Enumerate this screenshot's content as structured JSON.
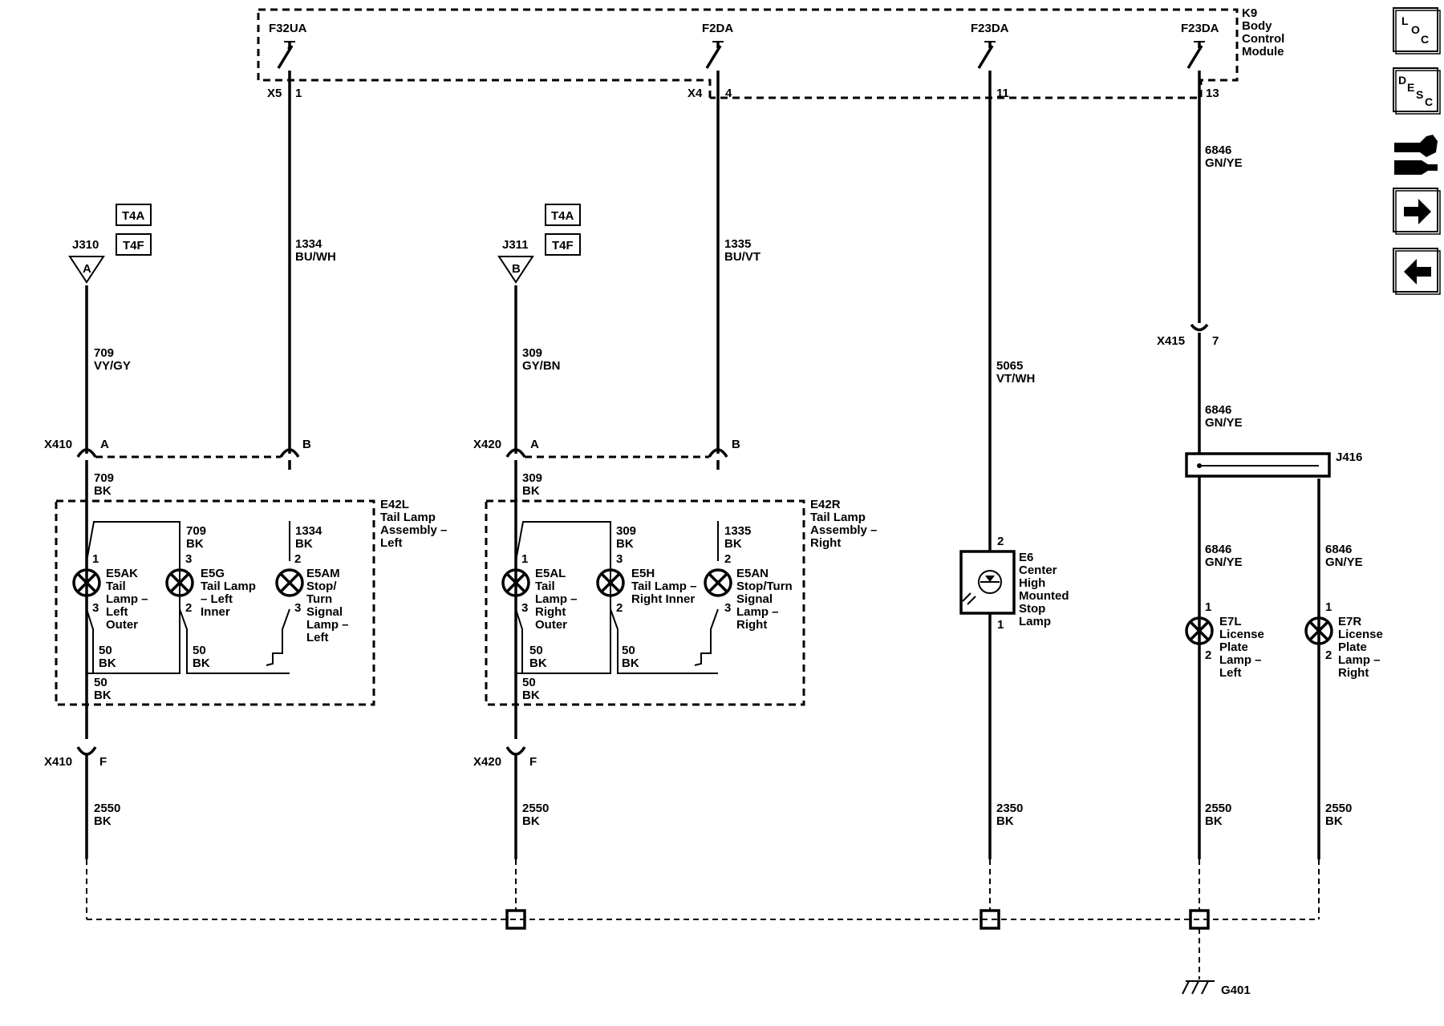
{
  "module": {
    "name": "K9",
    "line1": "Body",
    "line2": "Control",
    "line3": "Module"
  },
  "outputs": {
    "o1": {
      "name": "F32UA",
      "connector": "X5",
      "pin": "1"
    },
    "o2": {
      "name": "F2DA",
      "connector": "X4",
      "pin": "4"
    },
    "o3": {
      "name": "F23DA",
      "pin": "11"
    },
    "o4": {
      "name": "F23DA",
      "pin": "13"
    }
  },
  "badges": {
    "t4a": "T4A",
    "t4f": "T4F"
  },
  "splices": {
    "j310": {
      "name": "J310",
      "letter": "A"
    },
    "j311": {
      "name": "J311",
      "letter": "B"
    },
    "j416": {
      "name": "J416"
    }
  },
  "wires": {
    "w1334": {
      "num": "1334",
      "color": "BU/WH"
    },
    "w1335": {
      "num": "1335",
      "color": "BU/VT"
    },
    "w709": {
      "num": "709",
      "color": "VY/GY"
    },
    "w709bk": {
      "num": "709",
      "color": "BK"
    },
    "w309": {
      "num": "309",
      "color": "GY/BN"
    },
    "w309bk": {
      "num": "309",
      "color": "BK"
    },
    "w1334bk": {
      "num": "1334",
      "color": "BK"
    },
    "w1335bk": {
      "num": "1335",
      "color": "BK"
    },
    "w5065": {
      "num": "5065",
      "color": "VT/WH"
    },
    "w6846": {
      "num": "6846",
      "color": "GN/YE"
    },
    "w50": {
      "num": "50",
      "color": "BK"
    },
    "w2550": {
      "num": "2550",
      "color": "BK"
    },
    "w2350": {
      "num": "2350",
      "color": "BK"
    }
  },
  "connectors": {
    "x410": "X410",
    "x420": "X420",
    "x415": "X415",
    "pinA": "A",
    "pinB": "B",
    "pinF": "F",
    "pin7": "7"
  },
  "assemblies": {
    "left": {
      "id": "E42L",
      "l1": "Tail Lamp",
      "l2": "Assembly –",
      "l3": "Left"
    },
    "right": {
      "id": "E42R",
      "l1": "Tail Lamp",
      "l2": "Assembly –",
      "l3": "Right"
    }
  },
  "lamps": {
    "e5ak": {
      "id": "E5AK",
      "l1": "Tail",
      "l2": "Lamp –",
      "l3": "Left",
      "l4": "Outer"
    },
    "e5g": {
      "id": "E5G",
      "l1": "Tail Lamp",
      "l2": "– Left",
      "l3": "Inner"
    },
    "e5am": {
      "id": "E5AM",
      "l1": "Stop/",
      "l2": "Turn",
      "l3": "Signal",
      "l4": "Lamp –",
      "l5": "Left"
    },
    "e5al": {
      "id": "E5AL",
      "l1": "Tail",
      "l2": "Lamp –",
      "l3": "Right",
      "l4": "Outer"
    },
    "e5h": {
      "id": "E5H",
      "l1": "Tail Lamp –",
      "l2": "Right Inner"
    },
    "e5an": {
      "id": "E5AN",
      "l1": "Stop/Turn",
      "l2": "Signal",
      "l3": "Lamp –",
      "l4": "Right"
    },
    "e6": {
      "id": "E6",
      "l1": "Center",
      "l2": "High",
      "l3": "Mounted",
      "l4": "Stop",
      "l5": "Lamp"
    },
    "e7l": {
      "id": "E7L",
      "l1": "License",
      "l2": "Plate",
      "l3": "Lamp –",
      "l4": "Left"
    },
    "e7r": {
      "id": "E7R",
      "l1": "License",
      "l2": "Plate",
      "l3": "Lamp –",
      "l4": "Right"
    }
  },
  "pins": {
    "p1": "1",
    "p2": "2",
    "p3": "3"
  },
  "ground": {
    "name": "G401"
  },
  "nav": {
    "loc": {
      "l": "L",
      "o": "O",
      "c": "C"
    },
    "desc": {
      "d": "D",
      "e": "E",
      "s": "S",
      "c": "C"
    }
  }
}
